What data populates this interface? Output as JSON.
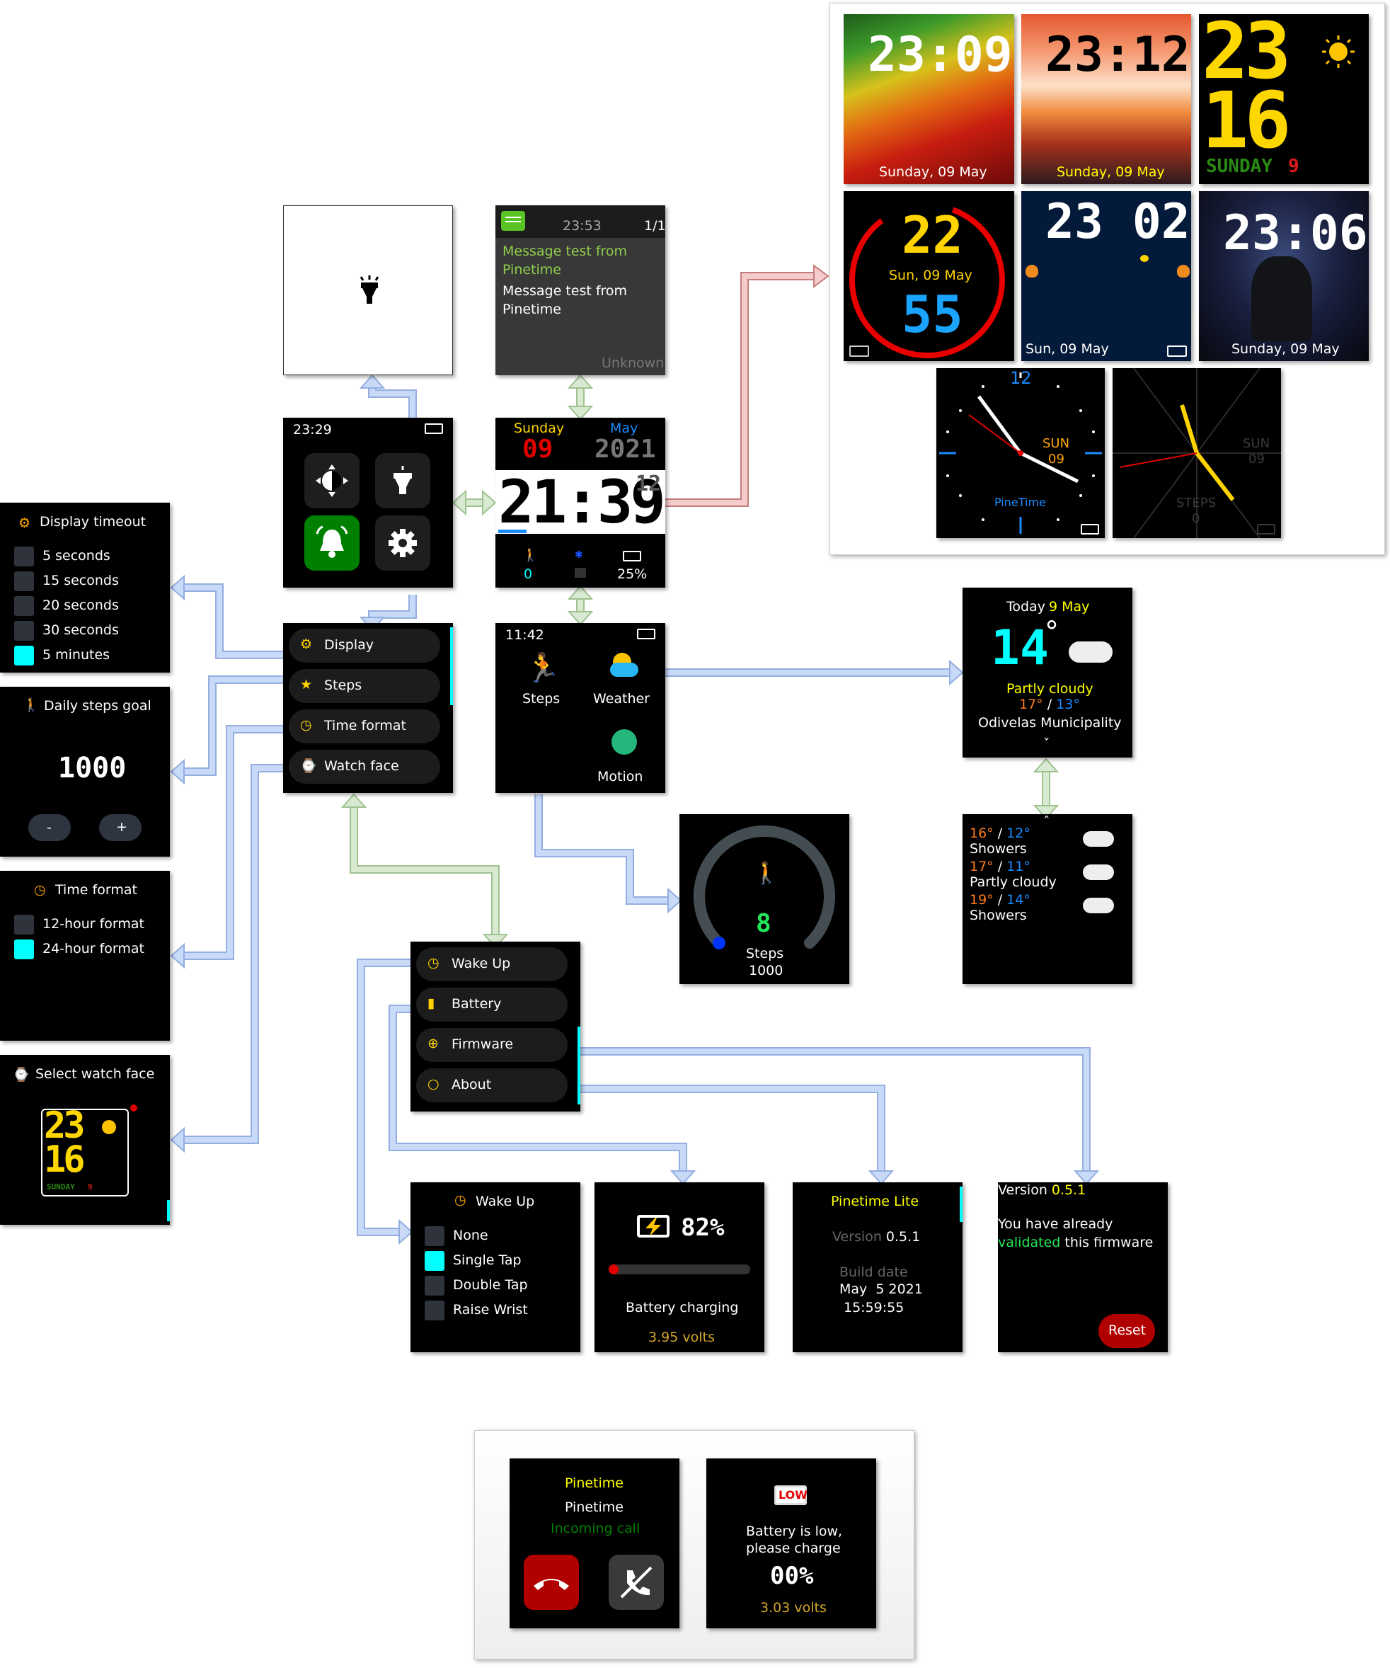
{
  "flashlight": {
    "icon": "flashlight-icon"
  },
  "notification": {
    "time": "23:53",
    "count": "1/1",
    "title_line1": "Message test from",
    "title_line2": "Pinetime",
    "body_line1": "Message test from",
    "body_line2": "Pinetime",
    "category": "Unknown"
  },
  "quick": {
    "time": "23:29"
  },
  "digital": {
    "day": "Sunday",
    "month": "May",
    "date": "09",
    "year": "2021",
    "time": "21:39",
    "seconds": "12",
    "steps": "0",
    "battery": "25%"
  },
  "watchfaces": {
    "wf1": {
      "time": "23:09",
      "date": "Sunday, 09 May"
    },
    "wf2": {
      "time": "23:12",
      "date": "Sunday, 09 May"
    },
    "wf3": {
      "hour": "23",
      "minute": "16",
      "day": "SUNDAY",
      "daynum": "9"
    },
    "wf4": {
      "hour": "22",
      "date": "Sun, 09 May",
      "minute": "55"
    },
    "wf5": {
      "time": "23 02",
      "date": "Sun, 09 May"
    },
    "wf6": {
      "time": "23:06",
      "date": "Sunday, 09 May"
    },
    "analog": {
      "twelve": "12",
      "day": "SUN",
      "daynum": "09",
      "brand": "PineTime"
    },
    "dark": {
      "day": "SUN",
      "daynum": "09",
      "steps_label": "STEPS",
      "steps": "0"
    }
  },
  "timeout": {
    "title": "Display timeout",
    "options": [
      "5 seconds",
      "15 seconds",
      "20 seconds",
      "30 seconds",
      "5 minutes"
    ],
    "selected_index": 4
  },
  "stepsgoal": {
    "title": "Daily steps goal",
    "value": "1000",
    "minus": "-",
    "plus": "+"
  },
  "timeformat": {
    "title": "Time format",
    "options": [
      "12-hour format",
      "24-hour format"
    ],
    "selected_index": 1
  },
  "selectwf": {
    "title": "Select watch face",
    "hour": "23",
    "minute": "16",
    "day": "SUNDAY",
    "daynum": "9"
  },
  "settings": {
    "items": [
      "Display",
      "Steps",
      "Time format",
      "Watch face"
    ]
  },
  "apps": {
    "time": "11:42",
    "steps": "Steps",
    "weather": "Weather",
    "motion": "Motion"
  },
  "weather": {
    "today": "Today",
    "date": "9 May",
    "temp": "14",
    "degree": "°",
    "condition": "Partly cloudy",
    "high": "17°",
    "sep": " / ",
    "low": "13°",
    "location": "Odivelas Municipality",
    "chevron_down": "ˇ"
  },
  "forecast": {
    "chevron_up": "ˆ",
    "items": [
      {
        "high": "16°",
        "sep": " / ",
        "low": "12°",
        "label": "Showers"
      },
      {
        "high": "17°",
        "sep": " / ",
        "low": "11°",
        "label": "Partly cloudy"
      },
      {
        "high": "19°",
        "sep": " / ",
        "low": "14°",
        "label": "Showers"
      }
    ]
  },
  "stepsapp": {
    "count": "8",
    "label": "Steps",
    "goal": "1000",
    "progress_fraction": 0.008
  },
  "settings2": {
    "items": [
      "Wake Up",
      "Battery",
      "Firmware",
      "About"
    ]
  },
  "wakeup": {
    "title": "Wake Up",
    "options": [
      "None",
      "Single Tap",
      "Double Tap",
      "Raise Wrist"
    ],
    "selected_index": 1
  },
  "battery": {
    "percent": "82%",
    "status": "Battery charging",
    "volts": "3.95 volts",
    "fill_fraction": 0.05
  },
  "about": {
    "name": "Pinetime Lite",
    "version_label": "Version",
    "version": "0.5.1",
    "build_label": "Build date",
    "build_date": "May  5 2021",
    "build_time": "15:59:55"
  },
  "firmware": {
    "version_label": "Version",
    "version": "0.5.1",
    "line1": "You have already",
    "validated": "validated",
    "rest": " this firmware",
    "reset": "Reset"
  },
  "call": {
    "title": "Pinetime",
    "caller": "Pinetime",
    "status": "Incoming call"
  },
  "lowbat": {
    "badge": "LOW",
    "line1": "Battery is low,",
    "line2": "please charge",
    "percent": "00%",
    "volts": "3.03 volts"
  },
  "colors": {
    "yellow": "#ffff00",
    "cyan": "#00ffff",
    "green": "#008000",
    "accent_orange": "#ffa500",
    "arrow_blue": "#c9daf8",
    "arrow_green": "#d9ead3",
    "arrow_red": "#f4cccc"
  }
}
